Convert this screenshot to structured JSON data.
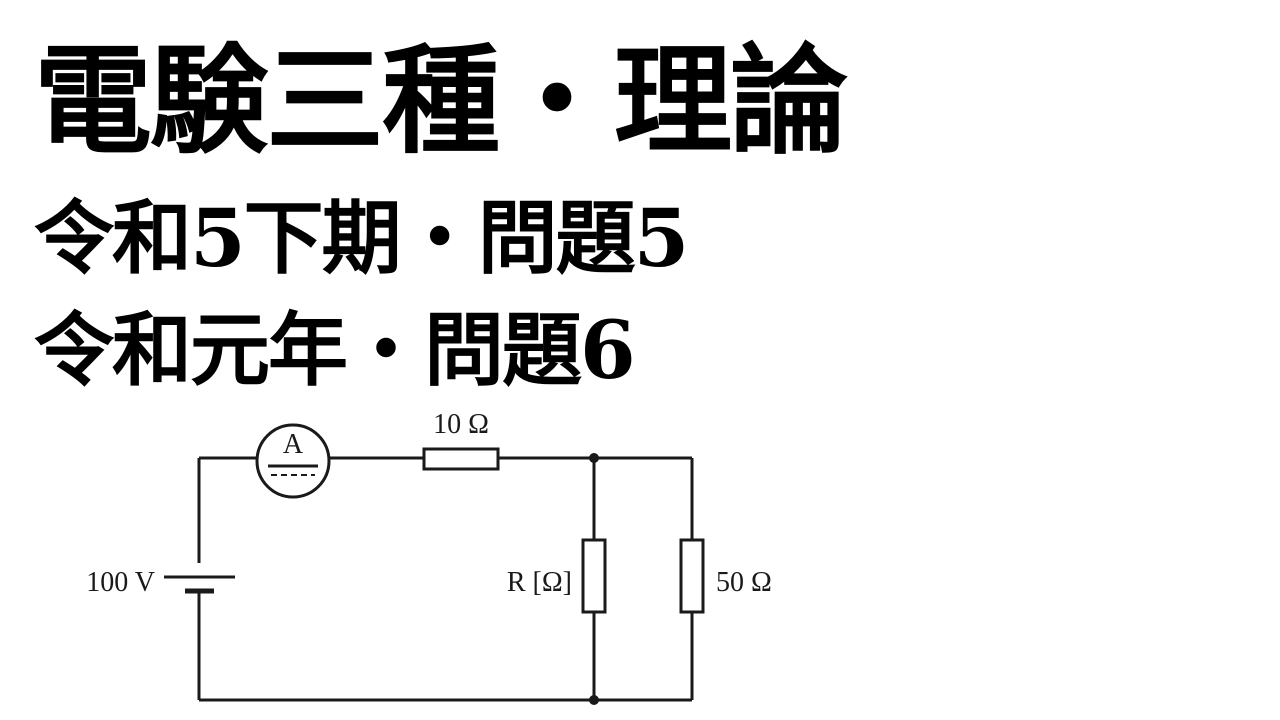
{
  "titles": {
    "line1": "電験三種・理論",
    "line2": "令和5下期・問題5",
    "line3": "令和元年・問題6"
  },
  "circuit": {
    "labels": {
      "resistor_top": "10 Ω",
      "source": "100 V",
      "resistor_r": "R [Ω]",
      "resistor_right": "50 Ω",
      "ammeter": "A"
    }
  }
}
